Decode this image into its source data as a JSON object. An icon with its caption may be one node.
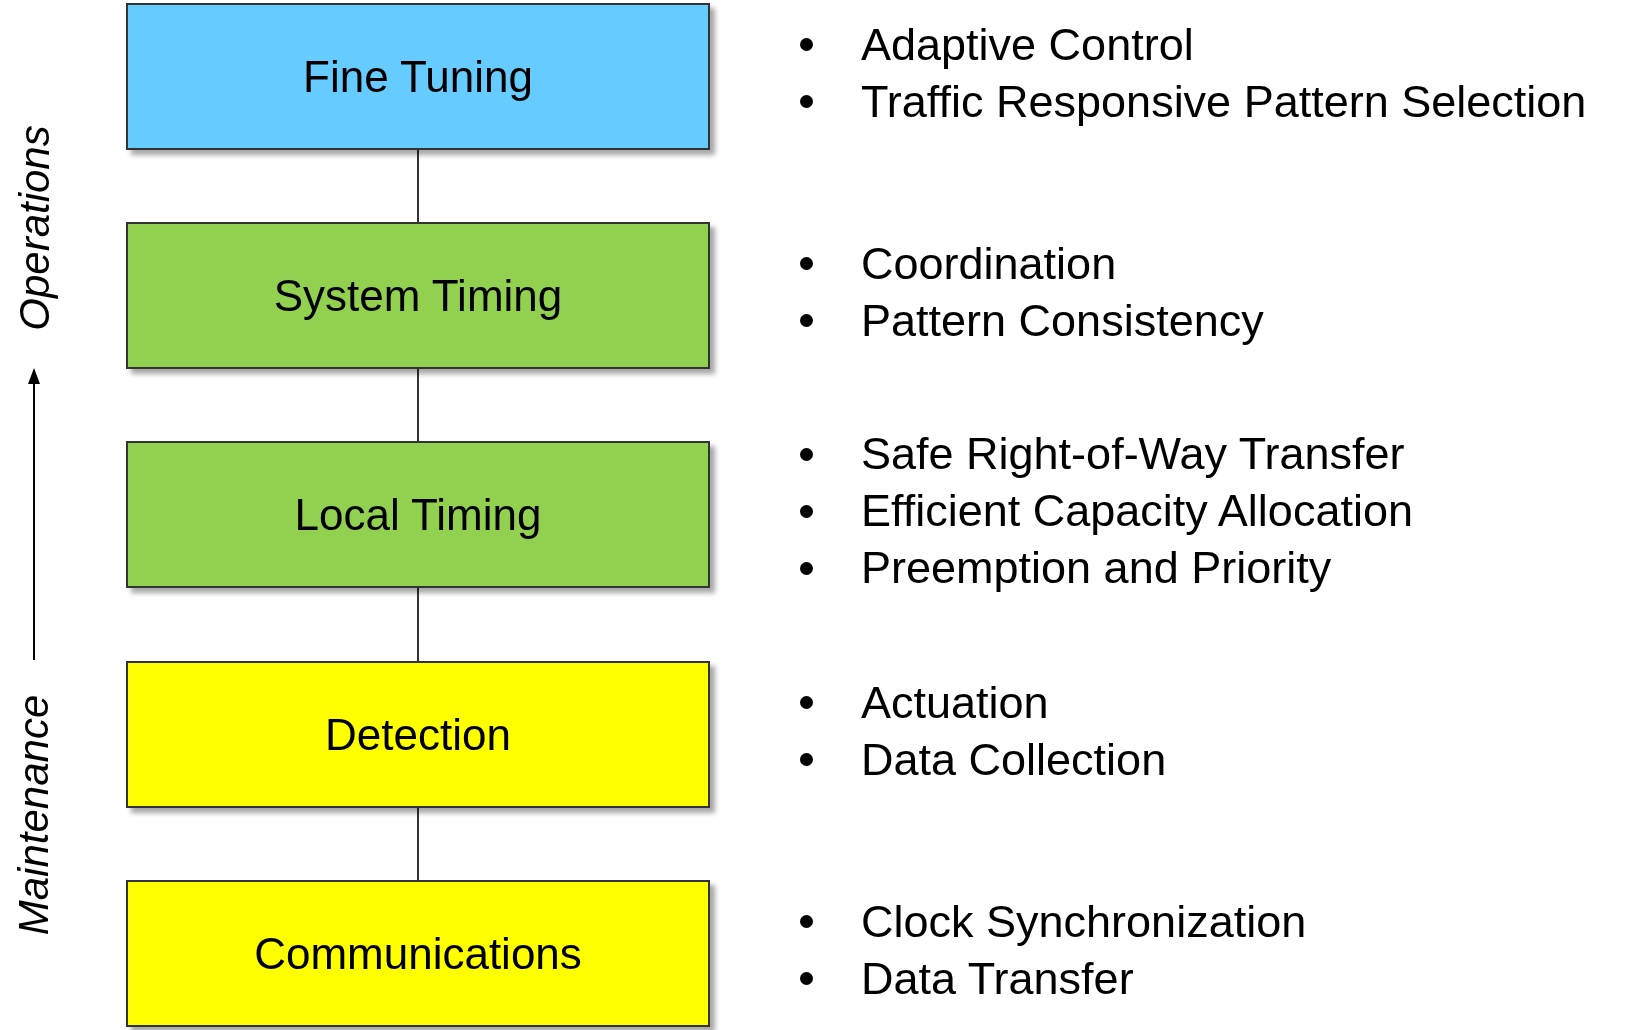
{
  "diagram": {
    "nodes": [
      {
        "text": [
          "Fine Tuning"
        ],
        "beside": [
          "Adaptive Control",
          "Traffic Responsive Pattern Selection"
        ]
      },
      {
        "text": [
          "System Timing"
        ],
        "beside": [
          "Coordination",
          "Pattern Consistency"
        ]
      },
      {
        "text": [
          "Local Timing"
        ],
        "beside": [
          "Safe Right-of-Way Transfer",
          "Efficient Capacity Allocation",
          "Preemption and Priority"
        ]
      },
      {
        "text": [
          "Detection"
        ],
        "beside": [
          "Actuation",
          "Data Collection"
        ]
      },
      {
        "text": [
          "Communications"
        ],
        "beside": [
          "Clock Synchronization",
          "Data Transfer"
        ]
      }
    ],
    "edges": [
      {
        "from": 0,
        "to": 1,
        "arrow": "none"
      },
      {
        "from": 1,
        "to": 2,
        "arrow": "none"
      },
      {
        "from": 2,
        "to": 3,
        "arrow": "none"
      },
      {
        "from": 3,
        "to": 4,
        "arrow": "none"
      }
    ],
    "labels": [
      "Operations",
      "Maintenance"
    ]
  }
}
